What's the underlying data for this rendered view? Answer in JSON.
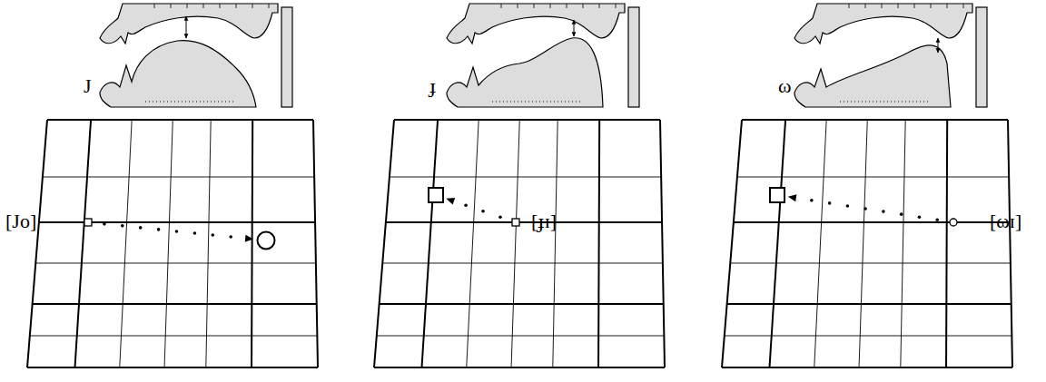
{
  "diagram": {
    "labels": [
      "J",
      "[Jo]",
      "ɟ",
      "[ɟɪ]",
      "ω",
      "[ωɪ]"
    ]
  }
}
